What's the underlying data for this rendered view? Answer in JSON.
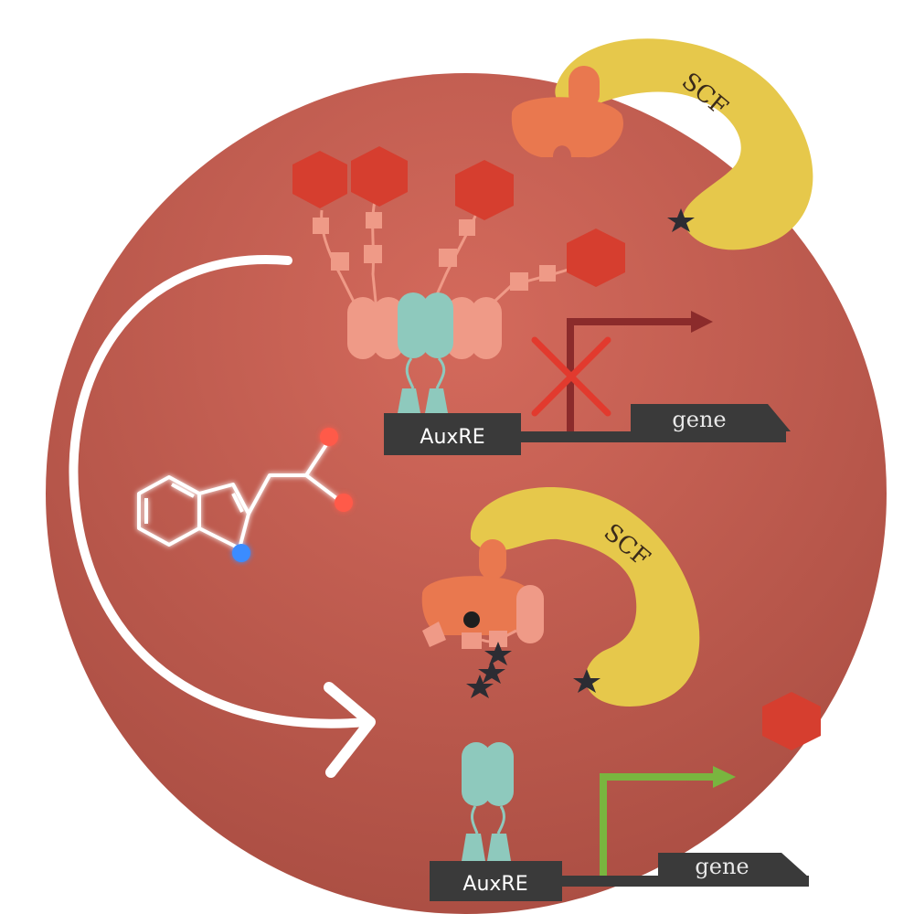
{
  "labels": {
    "scf_top": "SCF",
    "scf_bottom": "SCF",
    "auxre_top": "AuxRE",
    "auxre_bottom": "AuxRE",
    "gene_top": "gene",
    "gene_bottom": "gene"
  },
  "colors": {
    "background_circle": "#c65b4e",
    "scf": "#e6c84b",
    "tir1": "#e9784f",
    "aux_iaa_domain": "#ef9a87",
    "arf": "#8ec9bd",
    "hexagon": "#d63e2f",
    "dna_box": "#3a3a3a",
    "repressed_arrow": "#8b2b2b",
    "blocked_cross": "#e23a2e",
    "active_arrow": "#79b53f",
    "ubiquitin_star": "#2c2c33",
    "auxin_molecule": "#ffffff"
  },
  "icons": {
    "curved_arrow": "curved-arrow-icon",
    "auxin": "auxin-molecule-icon",
    "blocked": "cross-icon",
    "ubiquitin": "star-icon"
  }
}
